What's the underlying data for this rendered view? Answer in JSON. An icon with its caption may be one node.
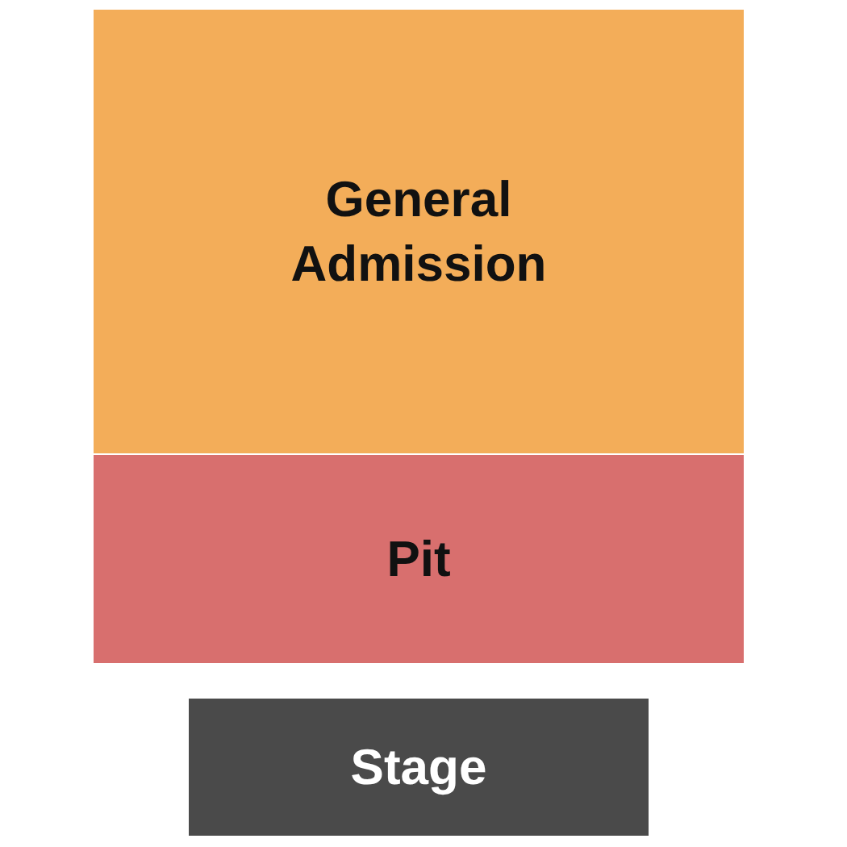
{
  "diagram": {
    "nodes": [
      {
        "text": [
          "General Admission"
        ]
      },
      {
        "text": [
          "Pit"
        ]
      },
      {
        "text": [
          "Stage"
        ]
      }
    ]
  }
}
